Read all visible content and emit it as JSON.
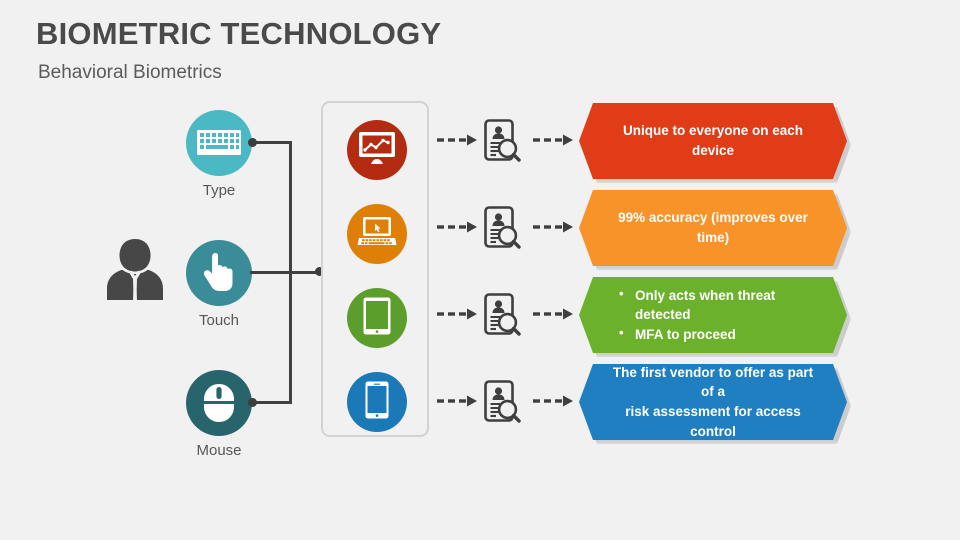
{
  "header": {
    "title": "Biometric Technology",
    "subtitle": "Behavioral Biometrics"
  },
  "actor": {
    "icon": "person-user-icon",
    "color": "#474747"
  },
  "sources": [
    {
      "label": "Type",
      "icon": "keyboard-icon",
      "color": "#4BB9C4"
    },
    {
      "label": "Touch",
      "icon": "pointing-hand-icon",
      "color": "#3A8C98"
    },
    {
      "label": "Mouse",
      "icon": "computer-mouse-icon",
      "color": "#28646C"
    }
  ],
  "devices": [
    {
      "icon": "desktop-monitor-chart-icon",
      "color": "#B32B11",
      "name": "desktop"
    },
    {
      "icon": "laptop-cursor-icon",
      "color": "#DE8008",
      "name": "laptop"
    },
    {
      "icon": "tablet-icon",
      "color": "#5C9E2C",
      "name": "tablet"
    },
    {
      "icon": "smartphone-icon",
      "color": "#1C79B8",
      "name": "smartphone"
    }
  ],
  "analysis": {
    "icon": "profile-document-magnifier-icon",
    "color": "#3f3f3f"
  },
  "arrow": {
    "icon": "dashed-arrow-right-icon",
    "color": "#3f3f3f"
  },
  "callouts": [
    {
      "color": "#E03C17",
      "align": "center",
      "lines": [
        "Unique to everyone on each device"
      ],
      "bullets": false
    },
    {
      "color": "#F79328",
      "align": "center",
      "lines": [
        "99% accuracy (improves over time)"
      ],
      "bullets": false
    },
    {
      "color": "#6CB12B",
      "align": "left",
      "lines": [
        "Only acts when threat detected",
        "MFA to proceed"
      ],
      "bullets": true
    },
    {
      "color": "#1F7FC0",
      "align": "center",
      "lines": [
        "The first vendor to offer as part of a",
        "risk assessment for access control"
      ],
      "bullets": false
    }
  ],
  "canvas": {
    "background": "#f1f1f1",
    "panel_border": "#d2d2d2",
    "connector": "#404040"
  }
}
